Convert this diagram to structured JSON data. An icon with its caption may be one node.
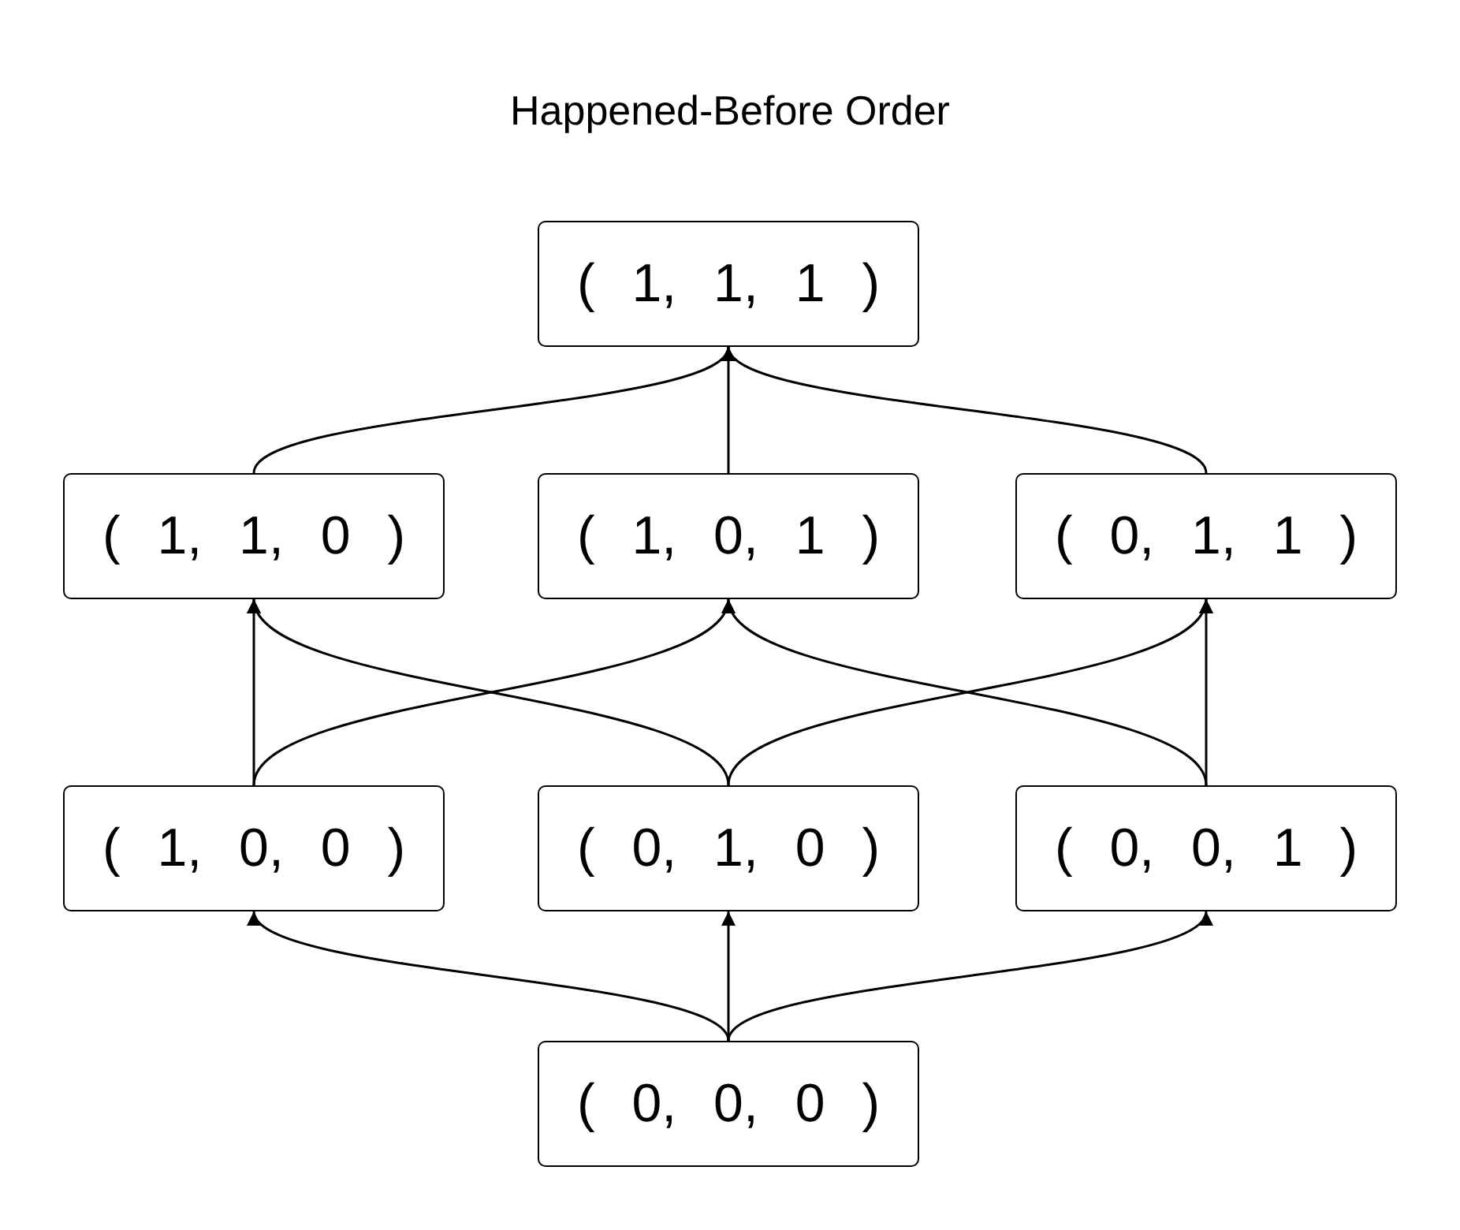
{
  "diagram": {
    "title": "Happened-Before Order",
    "nodes": [
      {
        "text": [
          "( 1, 1, 1 )"
        ]
      },
      {
        "text": [
          "( 1, 1, 0 )"
        ]
      },
      {
        "text": [
          "( 1, 0, 1 )"
        ]
      },
      {
        "text": [
          "( 0, 1, 1 )"
        ]
      },
      {
        "text": [
          "( 1, 0, 0 )"
        ]
      },
      {
        "text": [
          "( 0, 1, 0 )"
        ]
      },
      {
        "text": [
          "( 0, 0, 1 )"
        ]
      },
      {
        "text": [
          "( 0, 0, 0 )"
        ]
      }
    ],
    "edges": [
      {
        "from": 7,
        "to": 4,
        "arrow": "to"
      },
      {
        "from": 7,
        "to": 5,
        "arrow": "to"
      },
      {
        "from": 7,
        "to": 6,
        "arrow": "to"
      },
      {
        "from": 4,
        "to": 1,
        "arrow": "to"
      },
      {
        "from": 4,
        "to": 2,
        "arrow": "to"
      },
      {
        "from": 5,
        "to": 1,
        "arrow": "to"
      },
      {
        "from": 5,
        "to": 3,
        "arrow": "to"
      },
      {
        "from": 6,
        "to": 2,
        "arrow": "to"
      },
      {
        "from": 6,
        "to": 3,
        "arrow": "to"
      },
      {
        "from": 1,
        "to": 0,
        "arrow": "to"
      },
      {
        "from": 2,
        "to": 0,
        "arrow": "to"
      },
      {
        "from": 3,
        "to": 0,
        "arrow": "to"
      }
    ]
  }
}
